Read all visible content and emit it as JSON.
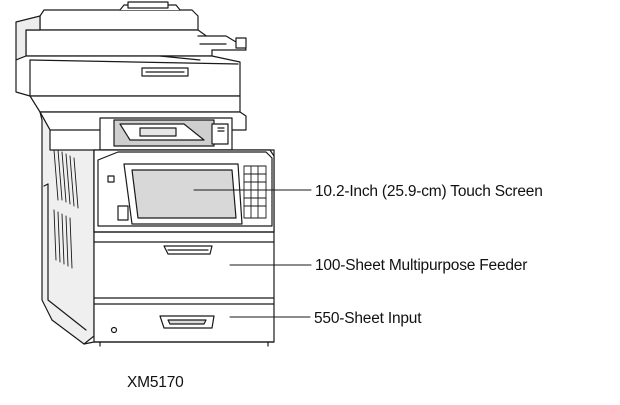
{
  "labels": {
    "touch_screen": "10.2-Inch (25.9-cm) Touch Screen",
    "feeder": "100-Sheet Multipurpose Feeder",
    "input": "550-Sheet Input"
  },
  "caption": "XM5170",
  "colors": {
    "outline": "#1a1a1a",
    "body_fill": "#ffffff",
    "screen_fill": "#d8d8d8",
    "shadow_fill": "#9a9a9a"
  }
}
